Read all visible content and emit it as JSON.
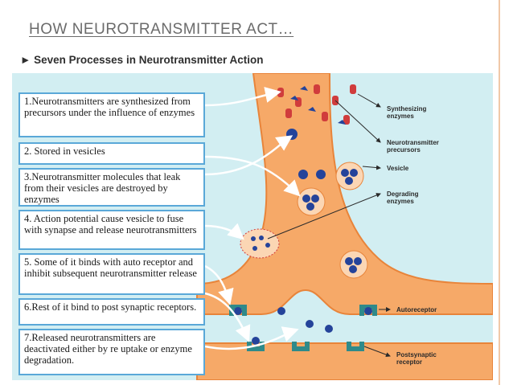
{
  "slide": {
    "title": "HOW NEUROTRANSMITTER ACT…"
  },
  "figure": {
    "heading": "► Seven Processes in Neurotransmitter Action",
    "steps": [
      {
        "text": "1.Neurotransmitters are synthesized from precursors under the influence of enzymes"
      },
      {
        "text": "2. Stored in vesicles"
      },
      {
        "text": "3.Neurotransmitter molecules that leak from their vesicles are destroyed by enzymes"
      },
      {
        "text": "4. Action potential cause vesicle to fuse with synapse and release neurotransmitters"
      },
      {
        "text": "5. Some of it binds with auto receptor and inhibit subsequent neurotransmitter release"
      },
      {
        "text": "6.Rest of it bind to post synaptic receptors."
      },
      {
        "text": "7.Released neurotransmitters are deactivated either by re uptake or enzyme degradation."
      }
    ],
    "labels": {
      "synthesizing_enzymes": "Synthesizing\nenzymes",
      "precursors": "Neurotransmitter\nprecursors",
      "vesicle": "Vesicle",
      "degrading_enzymes": "Degrading\nenzymes",
      "autoreceptor": "Autoreceptor",
      "postsynaptic_receptor": "Postsynaptic\nreceptor"
    },
    "colors": {
      "background": "#d2eef2",
      "terminal": "#f6a968",
      "terminal_edge": "#e8843a",
      "vesicle": "#fbd6b4",
      "molecule": "#24439a",
      "enzyme": "#d03c3c",
      "receptor": "#2f8a8a",
      "box_border": "#5aa8d8"
    }
  }
}
